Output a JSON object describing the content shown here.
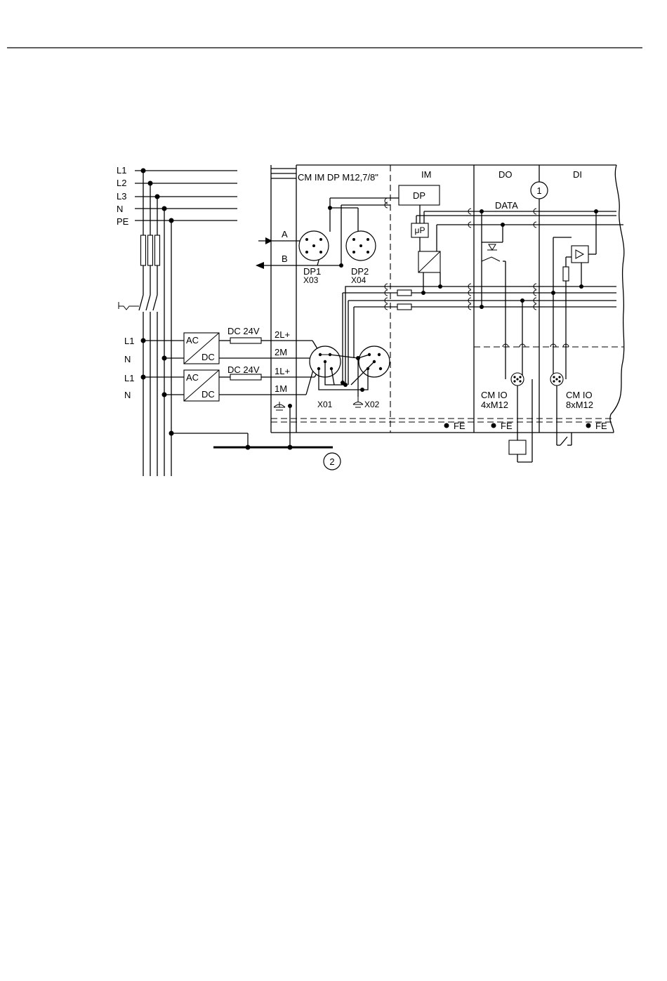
{
  "mains": {
    "l1": "L1",
    "l2": "L2",
    "l3": "L3",
    "n": "N",
    "pe": "PE"
  },
  "supplies": [
    {
      "input_l": "L1",
      "input_n": "N",
      "ac": "AC",
      "dc": "DC",
      "output_label": "DC 24V"
    },
    {
      "input_l": "L1",
      "input_n": "N",
      "ac": "AC",
      "dc": "DC",
      "output_label": "DC 24V"
    }
  ],
  "power_rails": {
    "r2l": "2L+",
    "r2m": "2M",
    "r1l": "1L+",
    "r1m": "1M"
  },
  "bus_lines": {
    "a": "A",
    "b": "B"
  },
  "modules": {
    "cm": "CM IM DP M12,7/8\"",
    "im": "IM",
    "do": "DO",
    "di": "DI",
    "data": "DATA",
    "dp_block": "DP",
    "up_block": "μP"
  },
  "connectors": {
    "dp1": "DP1",
    "x03": "X03",
    "dp2": "DP2",
    "x04": "X04",
    "x01": "X01",
    "x02": "X02"
  },
  "cm_io": [
    {
      "name": "CM IO",
      "type": "4xM12"
    },
    {
      "name": "CM IO",
      "type": "8xM12"
    }
  ],
  "fe": "FE",
  "callouts": {
    "c1": "1",
    "c2": "2"
  }
}
